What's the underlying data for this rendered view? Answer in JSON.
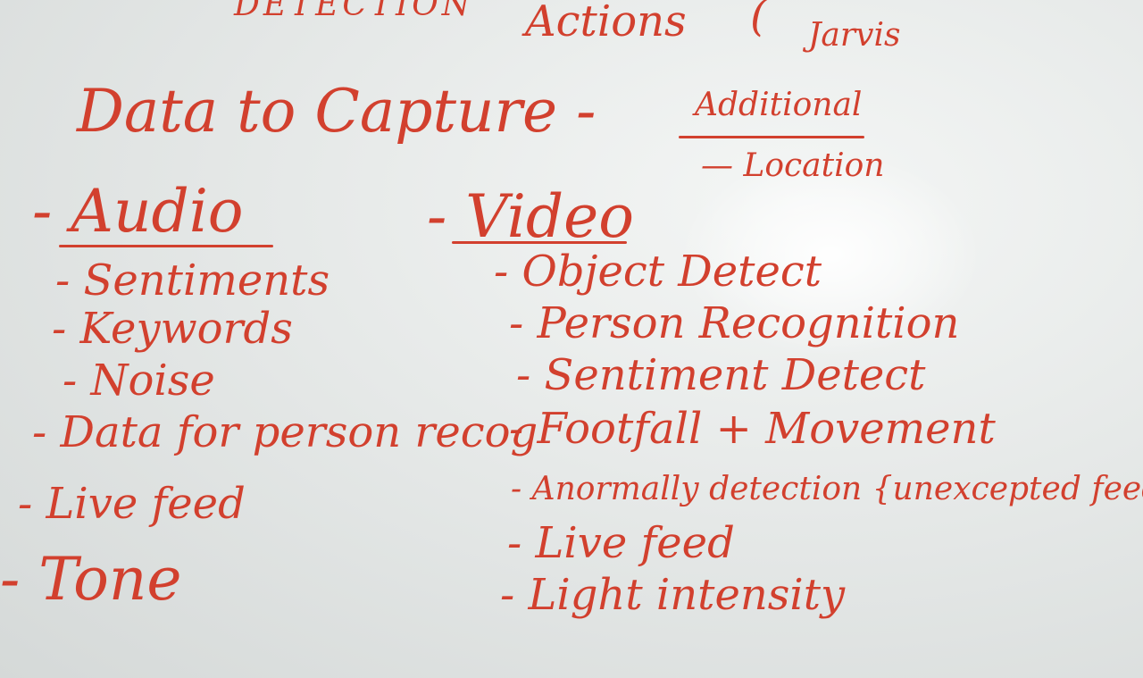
{
  "board": {
    "top_row": {
      "left_fragment": "DETECTION",
      "middle": "Actions",
      "right_fragment": "Jarvis"
    },
    "heading": "Data to Capture -",
    "additional": {
      "title": "Additional",
      "items": [
        "— Location"
      ]
    },
    "audio": {
      "title": "- Audio",
      "items": [
        "- Sentiments",
        "- Keywords",
        "- Noise",
        "- Data for person recog",
        "- Live feed",
        "- Tone"
      ]
    },
    "video": {
      "title": "- Video",
      "items": [
        "- Object Detect",
        "- Person Recognition",
        "- Sentiment Detect",
        "- Footfall + Movement",
        "- Anormally detection {unexcepted feed}",
        "- Live feed",
        "- Light intensity"
      ]
    },
    "ink_color": "#d2402e"
  }
}
